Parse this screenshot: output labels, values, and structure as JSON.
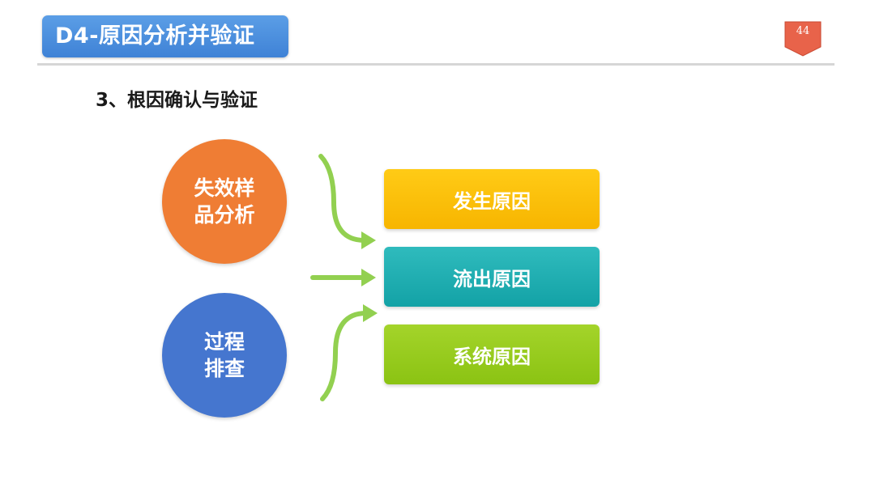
{
  "header": {
    "title": "D4-原因分析并验证",
    "page_number": "44",
    "badge_color": "#e8634a"
  },
  "section": {
    "subtitle": "3、根因确认与验证"
  },
  "inputs": [
    {
      "line1": "失效样",
      "line2": "品分析",
      "color": "#ef7d34"
    },
    {
      "line1": "过程",
      "line2": "排查",
      "color": "#4576cf"
    }
  ],
  "causes": [
    {
      "label": "发生原因",
      "color": "#fbbf0a"
    },
    {
      "label": "流出原因",
      "color": "#1fadb0"
    },
    {
      "label": "系统原因",
      "color": "#98cb1e"
    }
  ],
  "arrow_color": "#92d050"
}
